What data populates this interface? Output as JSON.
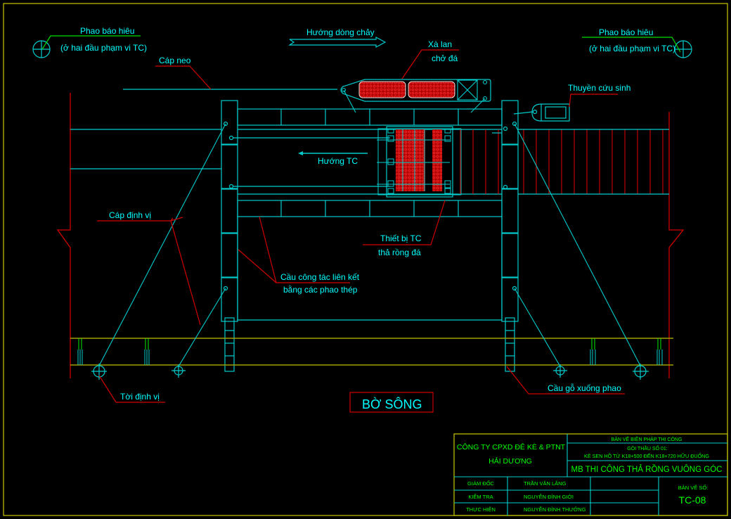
{
  "labels": {
    "buoy_left_title": "Phao báo hiêu",
    "buoy_left_sub": "(ở hai đầu phạm vi TC)",
    "buoy_right_title": "Phao báo hiêu",
    "buoy_right_sub": "(ở hai đầu phạm vi TC)",
    "flow_direction": "Hướng dòng chảy",
    "barge_line1": "Xà lan",
    "barge_line2": "chở đá",
    "anchor_cable": "Cáp neo",
    "lifeboat": "Thuyền cứu sinh",
    "construction_direction": "Hướng TC",
    "positioning_cable": "Cáp định vị",
    "equipment_line1": "Thiết bị TC",
    "equipment_line2": "thả rồng đá",
    "bridge_line1": "Cầu công tác liên kết",
    "bridge_line2": "bằng các phao thép",
    "winch": "Tời định vị",
    "wood_bridge": "Cầu gỗ xuống phao",
    "river_bank": "BỜ SÔNG"
  },
  "title_block": {
    "company_line1": "CÔNG TY CPXD ĐÊ KÈ & PTNT",
    "company_line2": "HẢI DƯƠNG",
    "drawing_type": "BẢN VẼ BIỆN PHÁP THI CÔNG",
    "package_line1": "GÓI THẦU SỐ 01:",
    "package_line2": "KÈ SEN HỒ TỪ K18+500 ĐẾN K18+720 HỮU ĐUỐNG",
    "drawing_title": "MB THI CÔNG THẢ RỒNG VUÔNG GÓC",
    "rows": [
      {
        "role": "GIÁM ĐỐC",
        "name": "TRẦN  VĂN LĂNG"
      },
      {
        "role": "KIỂM TRA",
        "name": "NGUYỄN ĐÌNH GIỚI"
      },
      {
        "role": "THỰC HIỆN",
        "name": "NGUYỄN ĐÌNH THƯỞNG"
      }
    ],
    "sheet_label": "BẢN VẼ SỐ:",
    "sheet_number": "TC-08"
  },
  "colors": {
    "background": "#000000",
    "cyan": "#00e5e5",
    "red": "#d00000",
    "green": "#00ff00",
    "yellow": "#c8c800",
    "olive": "#9a9a00"
  }
}
